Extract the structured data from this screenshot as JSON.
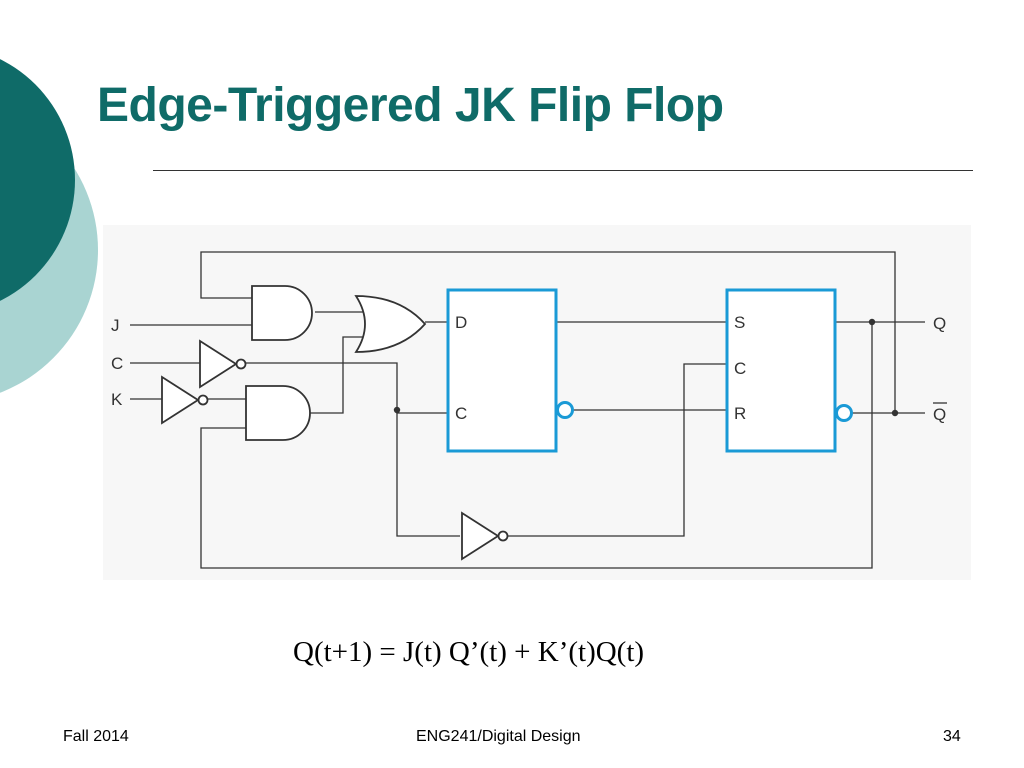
{
  "slide": {
    "title": "Edge-Triggered JK Flip Flop",
    "equation": "Q(t+1) = J(t) Q’(t) + K’(t)Q(t)",
    "footer": {
      "left": "Fall 2014",
      "center": "ENG241/Digital Design",
      "right": "34"
    }
  },
  "diagram": {
    "inputs": [
      "J",
      "C",
      "K"
    ],
    "dff_pins": {
      "d": "D",
      "c": "C"
    },
    "srff_pins": {
      "s": "S",
      "c": "C",
      "r": "R"
    },
    "outputs": {
      "q": "Q",
      "qbar": "Q"
    }
  },
  "colors": {
    "title": "#0f6b68",
    "deco_dark": "#0f6b68",
    "deco_light": "#a9d4d2",
    "flipflop": "#1a9ad6",
    "wire": "#333333",
    "diagram_bg": "#f7f7f7"
  }
}
